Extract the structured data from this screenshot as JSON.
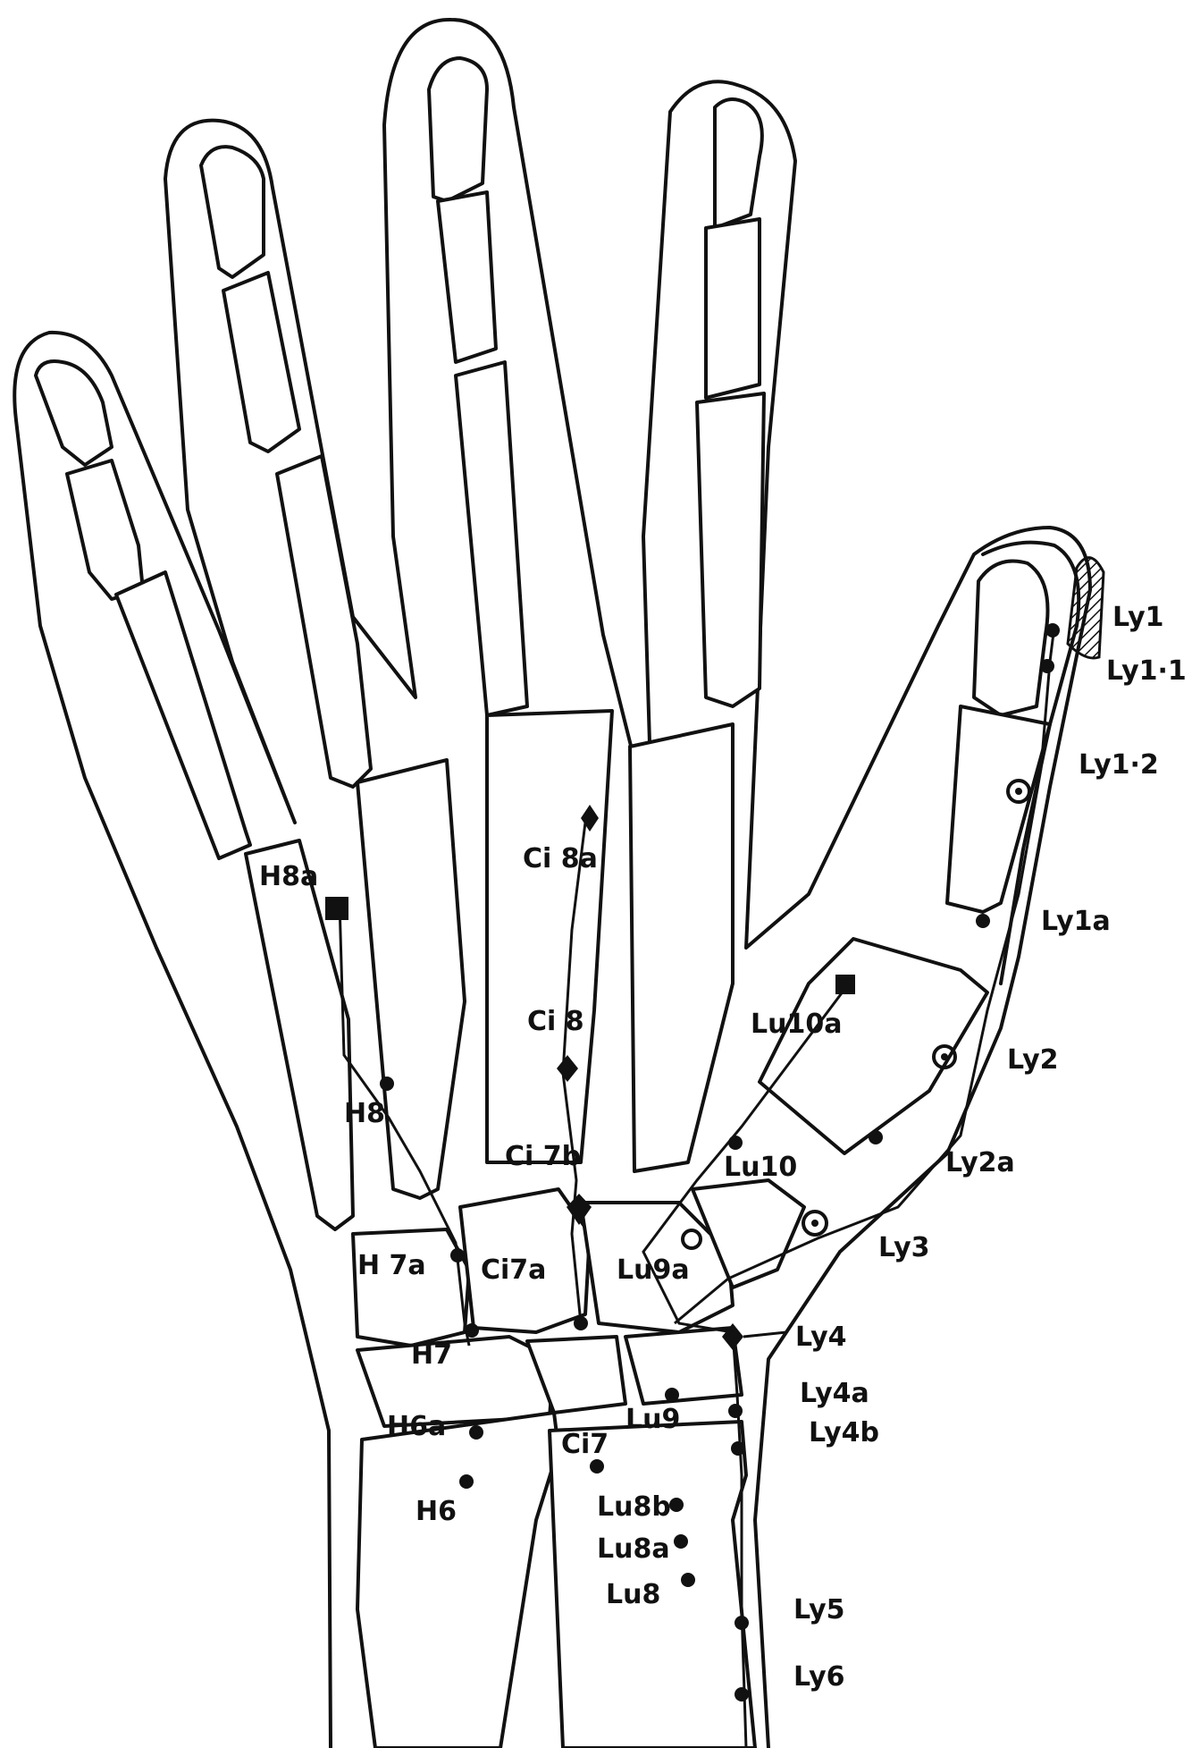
{
  "diagram": {
    "labels": {
      "ly1": "Ly1",
      "ly1_1": "Ly1·1",
      "ly1_2": "Ly1·2",
      "ly1a": "Ly1a",
      "ly2": "Ly2",
      "ly2a": "Ly2a",
      "ly3": "Ly3",
      "ly4": "Ly4",
      "ly4a": "Ly4a",
      "ly4b": "Ly4b",
      "ly5": "Ly5",
      "ly6": "Ly6",
      "lu10a": "Lu10a",
      "lu10": "Lu10",
      "lu9a": "Lu9a",
      "lu9": "Lu9",
      "lu8b": "Lu8b",
      "lu8a": "Lu8a",
      "lu8": "Lu8",
      "ci8a": "Ci 8a",
      "ci8": "Ci 8",
      "ci7b": "Ci 7b",
      "ci7a": "Ci7a",
      "ci7": "Ci7",
      "h8a": "H8a",
      "h8": "H8",
      "h7a": "H 7a",
      "h7": "H7",
      "h6a": "H6a",
      "h6": "H6"
    },
    "colors": {
      "ink": "#111111",
      "paper": "#ffffff"
    },
    "point_symbols": [
      "dot",
      "square",
      "diamond",
      "ring",
      "open-circle",
      "hatched-nail"
    ]
  }
}
